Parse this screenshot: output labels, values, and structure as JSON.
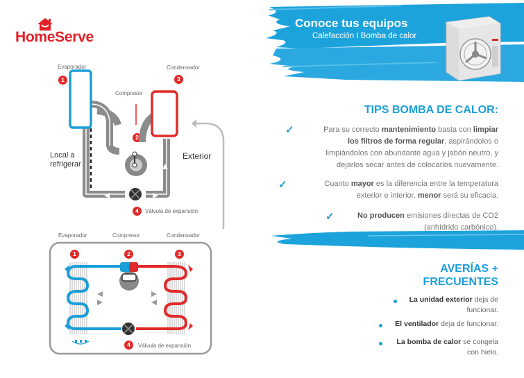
{
  "logo": {
    "name": "HomeServe"
  },
  "banner": {
    "title": "Conoce tus equipos",
    "subtitle": "Calefacción I Bomba de calor"
  },
  "diagram_top": {
    "evaporador": "Evaporador",
    "condensador": "Condensador",
    "compresor": "Compresor",
    "local": "Local a",
    "refrigerar": "refrigerar",
    "exterior": "Exterior",
    "valvula": "Válvula de expansión",
    "n1": "1",
    "n2": "2",
    "n3": "3",
    "n4": "4"
  },
  "diagram_bottom": {
    "evaporador": "Evaporador",
    "compresor": "Compresor",
    "condensador": "Condensador",
    "valvula": "Válvula de expansión",
    "n1": "1",
    "n2": "2",
    "n3": "3",
    "n4": "4"
  },
  "tips": {
    "title": "TIPS BOMBA DE CALOR:",
    "t1": {
      "a": "Para su  correcto ",
      "b": "mantenimiento",
      "c": " basta con ",
      "d": "limpiar",
      "e": "los filtros de forma regular",
      "f": ", aspirándolos o",
      "g": "limpiándolos con abundante agua y jabón neutro, y",
      "h": "dejarlos secar antes de colocarlos nuevamente."
    },
    "t2": {
      "a": "Cuanto ",
      "b": "mayor",
      "c": " es la diferencia entre la temperatura",
      "d": "exterior e interior, ",
      "e": "menor",
      "f": " será su eficacia."
    },
    "t3": {
      "a": "No producen",
      "b": " emisiones directas de CO2",
      "c": "(anhídrido carbónico)."
    }
  },
  "averias": {
    "title1": "AVERÍAS +",
    "title2": "FRECUENTES",
    "a1": {
      "b": "La unidad exterior",
      "c": " deja de",
      "d": "funcionar."
    },
    "a2": {
      "b": "El ventilador",
      "c": " deja de funcionar."
    },
    "a3": {
      "b": "La bomba de calor",
      "c": " se congela",
      "d": "con hielo."
    }
  },
  "colors": {
    "red": "#e02a2a",
    "blue": "#1a9ed9",
    "gray": "#8f8f8f"
  }
}
